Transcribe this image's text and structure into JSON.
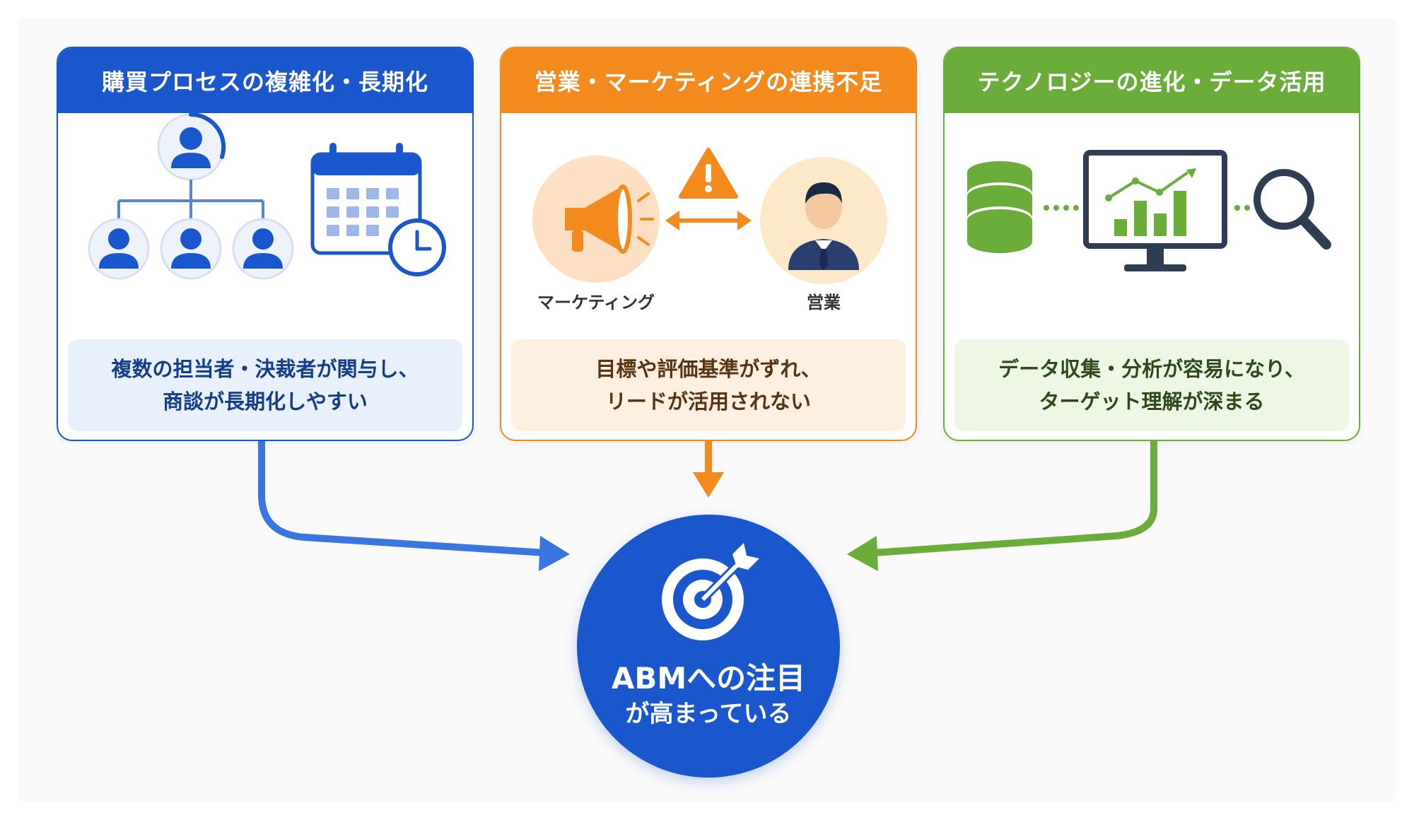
{
  "cards": [
    {
      "title": "購買プロセスの複雑化・長期化",
      "desc_line1": "複数の担当者・決裁者が関与し、",
      "desc_line2": "商談が長期化しやすい",
      "color": "#1a56cc",
      "icons": [
        "org-chart-icon",
        "calendar-icon",
        "clock-icon"
      ]
    },
    {
      "title": "営業・マーケティングの連携不足",
      "desc_line1": "目標や評価基準がずれ、",
      "desc_line2": "リードが活用されない",
      "color": "#f28a1e",
      "label_left": "マーケティング",
      "label_right": "営業",
      "icons": [
        "megaphone-icon",
        "warning-icon",
        "double-arrow-icon",
        "businessman-icon"
      ]
    },
    {
      "title": "テクノロジーの進化・データ活用",
      "desc_line1": "データ収集・分析が容易になり、",
      "desc_line2": "ターゲット理解が深まる",
      "color": "#6aad3a",
      "icons": [
        "database-icon",
        "monitor-chart-icon",
        "magnifier-icon"
      ]
    }
  ],
  "goal": {
    "line1": "ABMへの注目",
    "line2": "が高まっている",
    "color": "#1a56cc",
    "icon": "target-arrow-icon"
  }
}
